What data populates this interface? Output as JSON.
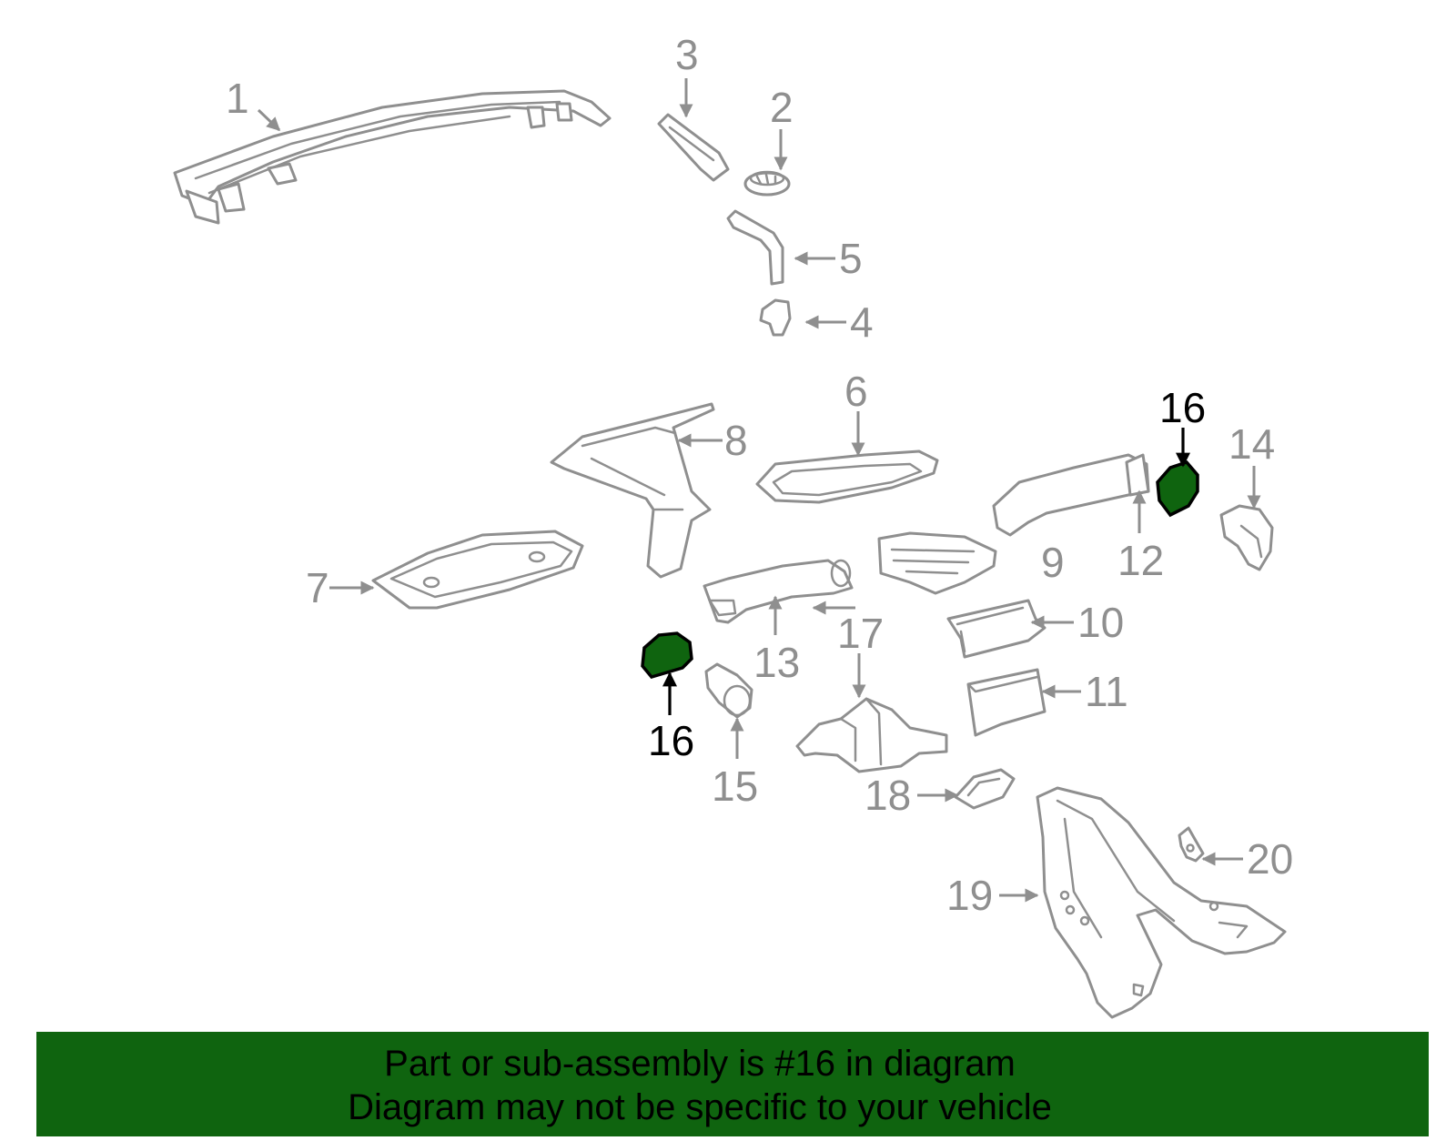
{
  "colors": {
    "highlight": "#0f640f",
    "banner": "#0f640f",
    "part_line": "#8f8f8f",
    "callout_gray": "#8f8f8f",
    "callout_highlight": "#000000"
  },
  "callouts": {
    "c1": "1",
    "c2": "2",
    "c3": "3",
    "c4": "4",
    "c5": "5",
    "c6": "6",
    "c7": "7",
    "c8": "8",
    "c9": "9",
    "c10": "10",
    "c11": "11",
    "c12": "12",
    "c13": "13",
    "c14": "14",
    "c15": "15",
    "c16a": "16",
    "c16b": "16",
    "c17": "17",
    "c18": "18",
    "c19": "19",
    "c20": "20"
  },
  "banner": {
    "line1": "Part or sub-assembly is #16 in diagram",
    "line2": "Diagram may not be specific to your vehicle"
  }
}
